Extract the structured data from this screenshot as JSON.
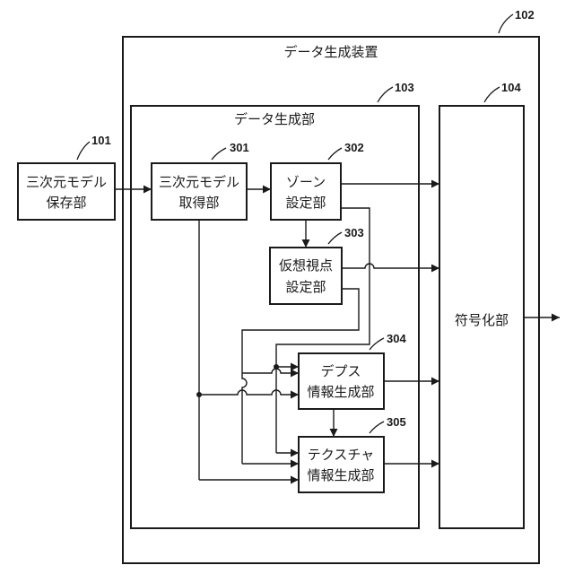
{
  "device": {
    "title": "データ生成装置",
    "ref": "102"
  },
  "generator": {
    "title": "データ生成部",
    "ref": "103"
  },
  "encoder": {
    "label": "符号化部",
    "ref": "104"
  },
  "storage": {
    "line1": "三次元モデル",
    "line2": "保存部",
    "ref": "101"
  },
  "acquire": {
    "line1": "三次元モデル",
    "line2": "取得部",
    "ref": "301"
  },
  "zone": {
    "line1": "ゾーン",
    "line2": "設定部",
    "ref": "302"
  },
  "viewpoint": {
    "line1": "仮想視点",
    "line2": "設定部",
    "ref": "303"
  },
  "depth": {
    "line1": "デプス",
    "line2": "情報生成部",
    "ref": "304"
  },
  "texture": {
    "line1": "テクスチャ",
    "line2": "情報生成部",
    "ref": "305"
  }
}
